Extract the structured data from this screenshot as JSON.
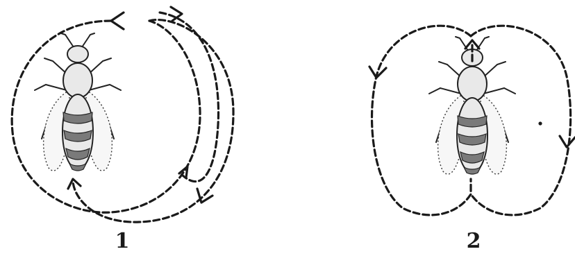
{
  "panels": [
    {
      "label": "1",
      "dance": "round"
    },
    {
      "label": "2",
      "dance": "figure-eight"
    }
  ],
  "colors": {
    "ink": "#1a1a1a",
    "background": "#ffffff"
  }
}
